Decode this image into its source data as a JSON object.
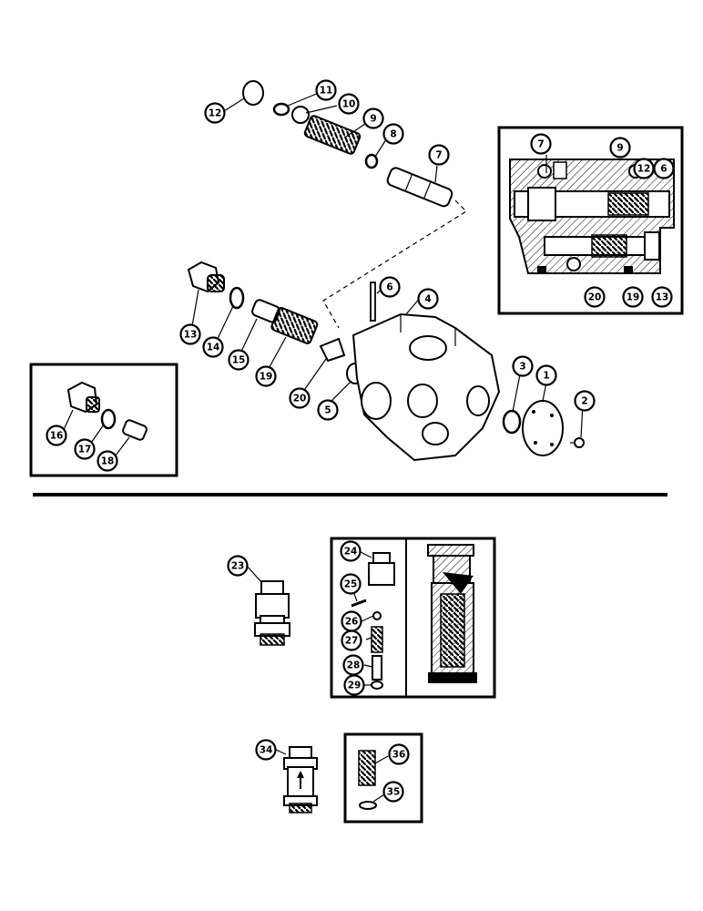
{
  "diagram": {
    "callouts_top": [
      {
        "label": "1"
      },
      {
        "label": "2"
      },
      {
        "label": "3"
      },
      {
        "label": "4"
      },
      {
        "label": "5"
      },
      {
        "label": "6"
      },
      {
        "label": "7"
      },
      {
        "label": "8"
      },
      {
        "label": "9"
      },
      {
        "label": "10"
      },
      {
        "label": "11"
      },
      {
        "label": "12"
      },
      {
        "label": "13"
      },
      {
        "label": "14"
      },
      {
        "label": "15"
      },
      {
        "label": "19"
      },
      {
        "label": "20"
      }
    ],
    "callouts_inset_section": [
      {
        "label": "7"
      },
      {
        "label": "9"
      },
      {
        "label": "12"
      },
      {
        "label": "6"
      },
      {
        "label": "20"
      },
      {
        "label": "19"
      },
      {
        "label": "13"
      }
    ],
    "callouts_inset_left": [
      {
        "label": "16"
      },
      {
        "label": "17"
      },
      {
        "label": "18"
      }
    ],
    "callouts_middle": [
      {
        "label": "23"
      },
      {
        "label": "24"
      },
      {
        "label": "25"
      },
      {
        "label": "26"
      },
      {
        "label": "27"
      },
      {
        "label": "28"
      },
      {
        "label": "29"
      }
    ],
    "callouts_bottom": [
      {
        "label": "34"
      },
      {
        "label": "36"
      },
      {
        "label": "35"
      }
    ]
  }
}
